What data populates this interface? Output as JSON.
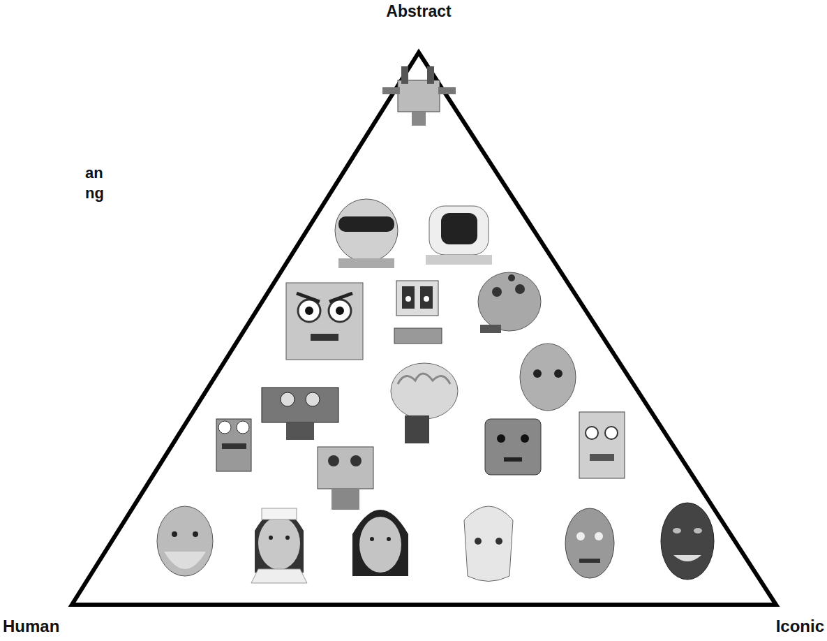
{
  "diagram": {
    "labels": [
      "Abstract",
      "an",
      "ng",
      "Human",
      "Iconic"
    ]
  }
}
